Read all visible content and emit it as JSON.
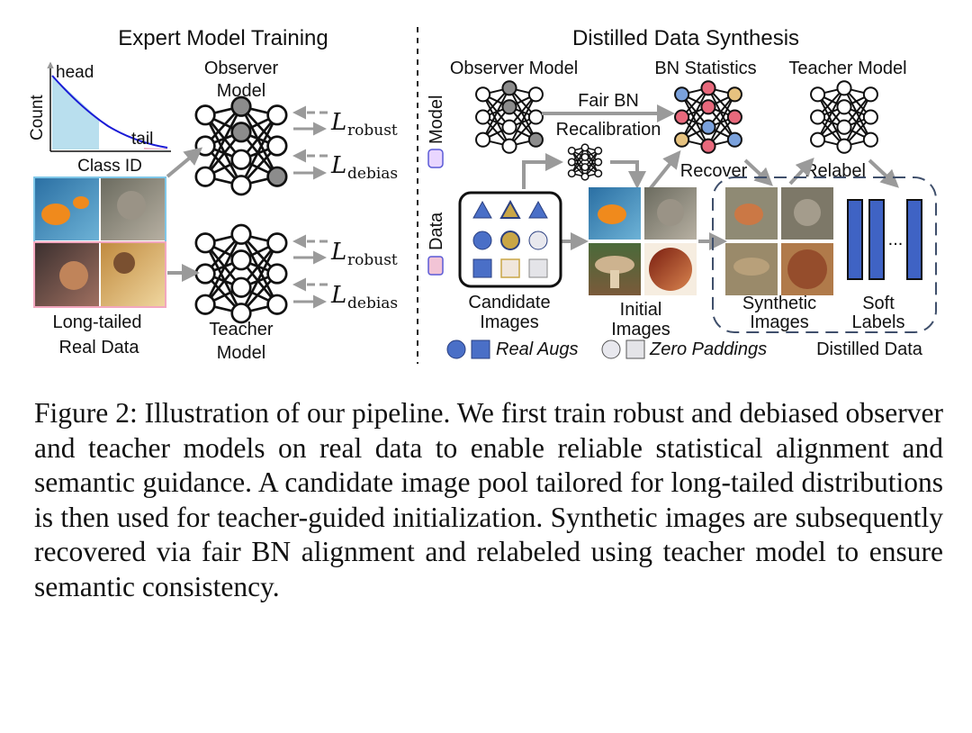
{
  "figure": {
    "left_title": "Expert Model Training",
    "right_title": "Distilled Data Synthesis",
    "histogram": {
      "head_label": "head",
      "tail_label": "tail",
      "y_label": "Count",
      "x_label": "Class ID"
    },
    "observer_label": [
      "Observer",
      "Model"
    ],
    "teacher_label": [
      "Teacher",
      "Model"
    ],
    "loss_robust": "robust",
    "loss_debias_top": "debias",
    "loss_debias_bottom": "debias",
    "loss_symbol": "L",
    "real_data_label": [
      "Long-tailed",
      "Real Data"
    ],
    "section_model": "Model",
    "section_data": "Data",
    "col_observer": "Observer Model",
    "col_bn": "BN Statistics",
    "col_teacher": "Teacher Model",
    "fair_bn": [
      "Fair BN",
      "Recalibration"
    ],
    "recover": "Recover",
    "relabel": "Relabel",
    "candidate_label": [
      "Candidate",
      "Images"
    ],
    "initial_label": [
      "Initial",
      "Images"
    ],
    "synthetic_label": [
      "Synthetic",
      "Images"
    ],
    "soft_label": [
      "Soft",
      "Labels"
    ],
    "ellipsis": "...",
    "legend_real": "Real Augs",
    "legend_zero": "Zero Paddings",
    "distilled_data": "Distilled Data",
    "colors": {
      "arrow": "#9a9a9a",
      "shape_blue": "#4a6fc7",
      "shape_gold": "#c9a646",
      "bar_blue": "#3f63c4",
      "curve": "#1a1ad6",
      "head_fill": "#b9dfee",
      "tail_fill": "#f2b6c8",
      "bn_red": "#e8697c",
      "bn_blue": "#7aa1dc",
      "bn_gold": "#e6c27f",
      "node_gray": "#8c8c8c",
      "dashed_box": "#3f4f6b"
    }
  },
  "caption": "Figure 2: Illustration of our pipeline. We first train robust and debiased observer and teacher models on real data to enable reliable statistical alignment and semantic guidance. A candidate image pool tailored for long-tailed distributions is then used for teacher-guided initialization. Synthetic images are subsequently recovered via fair BN alignment and relabeled using teacher model to ensure semantic consistency."
}
